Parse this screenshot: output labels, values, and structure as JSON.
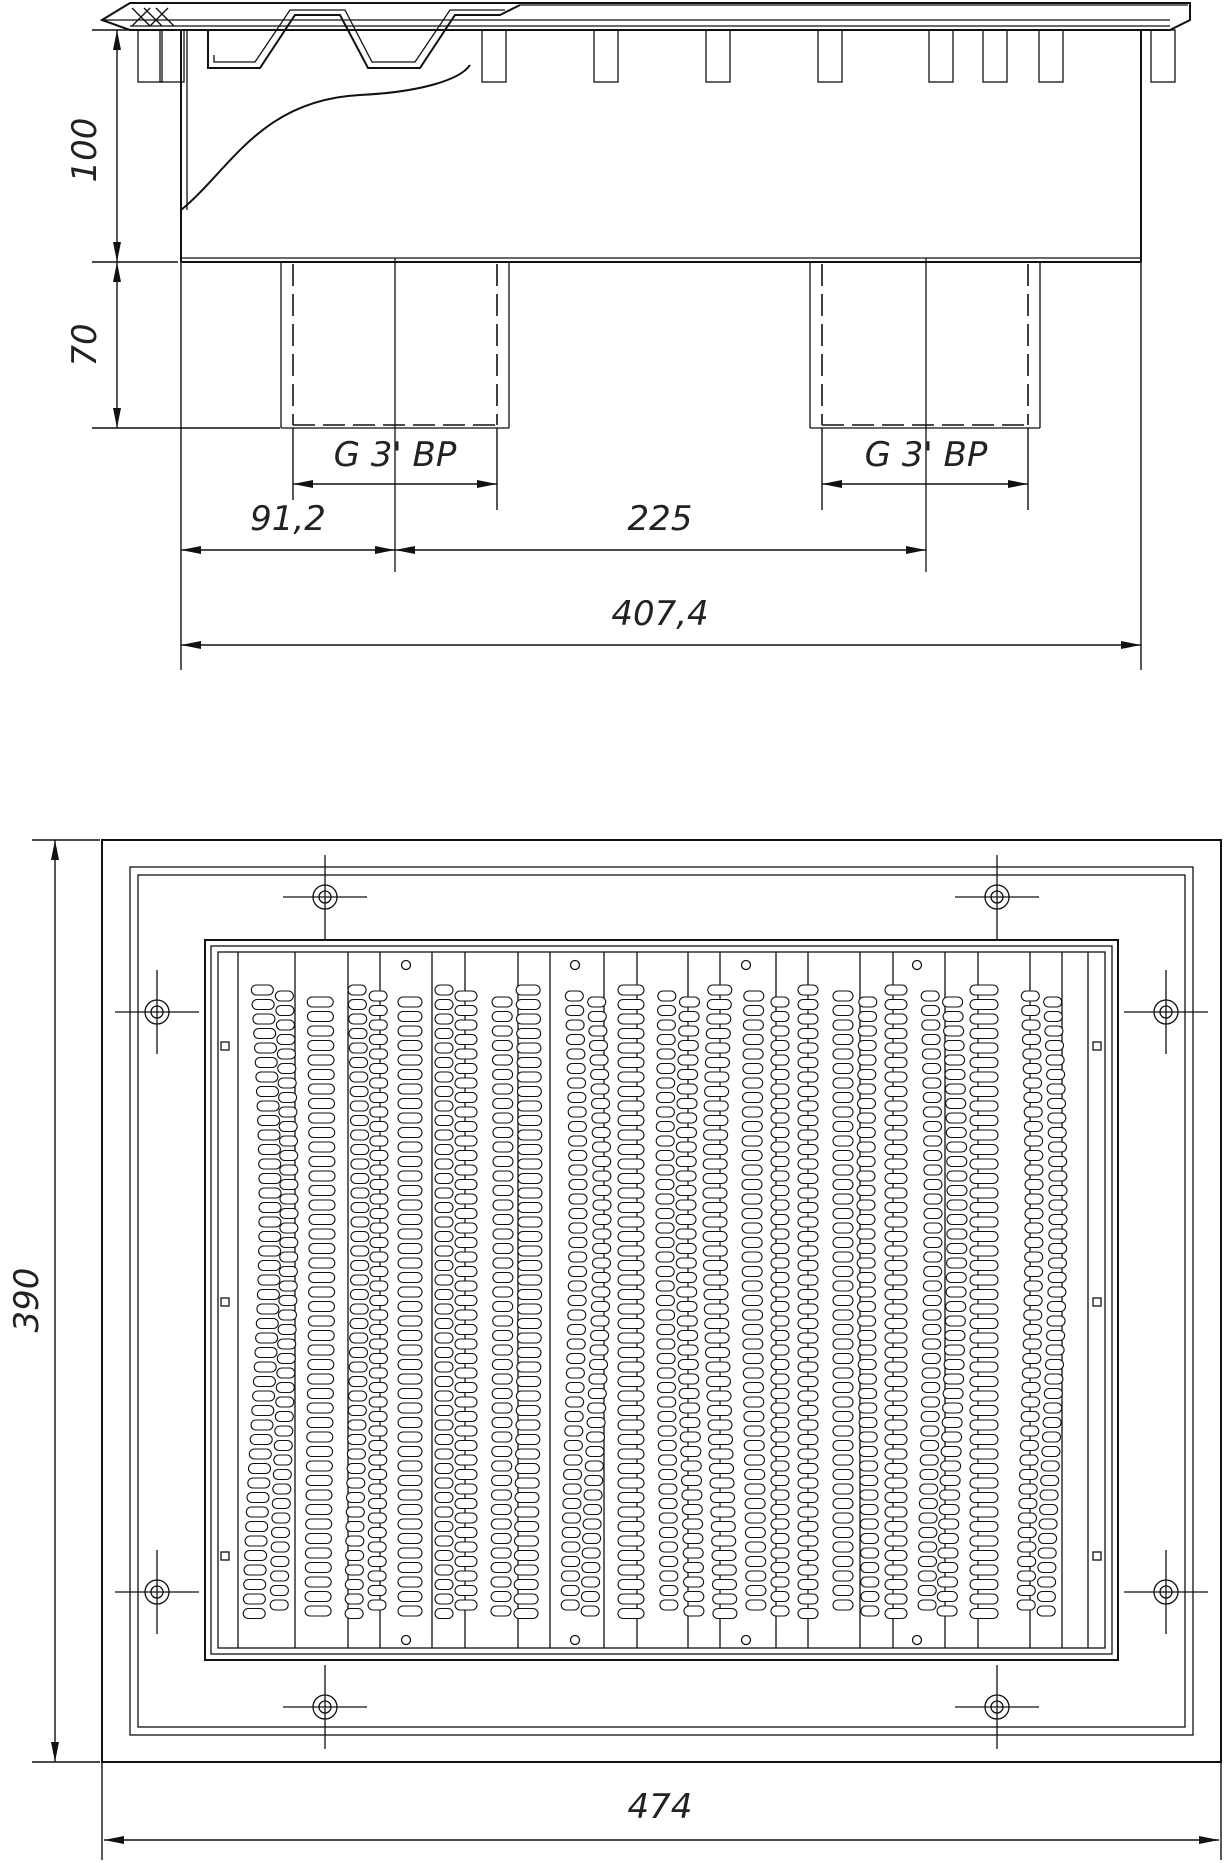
{
  "drawing": {
    "side_view": {
      "dimensions": {
        "height_upper": "100",
        "height_lower": "70",
        "thread_left": "G 3' BP",
        "thread_right": "G 3' BP",
        "offset_left": "91,2",
        "spacing": "225",
        "overall_length": "407,4"
      }
    },
    "top_view": {
      "dimensions": {
        "overall_height": "390",
        "overall_width": "474"
      }
    }
  }
}
